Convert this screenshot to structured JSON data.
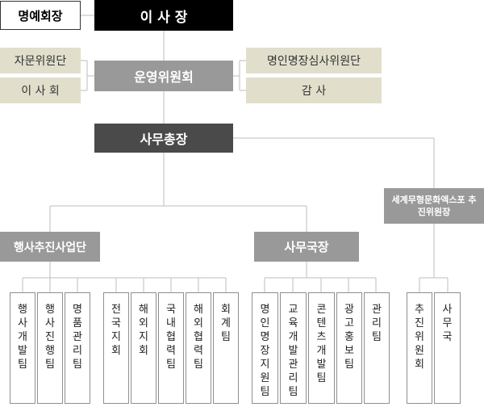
{
  "top": {
    "honorary": "명예회장",
    "chairman": "이 사 장"
  },
  "committee": {
    "advisory": "자문위원단",
    "board": "이 사 회",
    "operating": "운영위원회",
    "master_review": "명인명장심사위원단",
    "auditor": "감 사"
  },
  "secretary_general": "사무총장",
  "divisions": {
    "events": "행사추진사업단",
    "secretariat": "사무국장",
    "world_expo": "세계무형문화엑스포 추진위원장"
  },
  "teams": {
    "events": [
      "행사개발팀",
      "행사진행팀",
      "명품관리팀",
      "전국지회",
      "해외지회",
      "국내협력팀",
      "해외협력팀",
      "회계팀"
    ],
    "secretariat": [
      "명인명장지원팀",
      "교육개발관리팀",
      "콘텐츠개발팀",
      "광고홍보팀",
      "관리팀"
    ],
    "world_expo": [
      "추진위원회",
      "사무국"
    ]
  },
  "colors": {
    "black": "#000000",
    "dark_gray": "#4a4a4a",
    "mid_gray": "#999999",
    "beige": "#e1dfcc",
    "line": "#bdbdbd"
  }
}
